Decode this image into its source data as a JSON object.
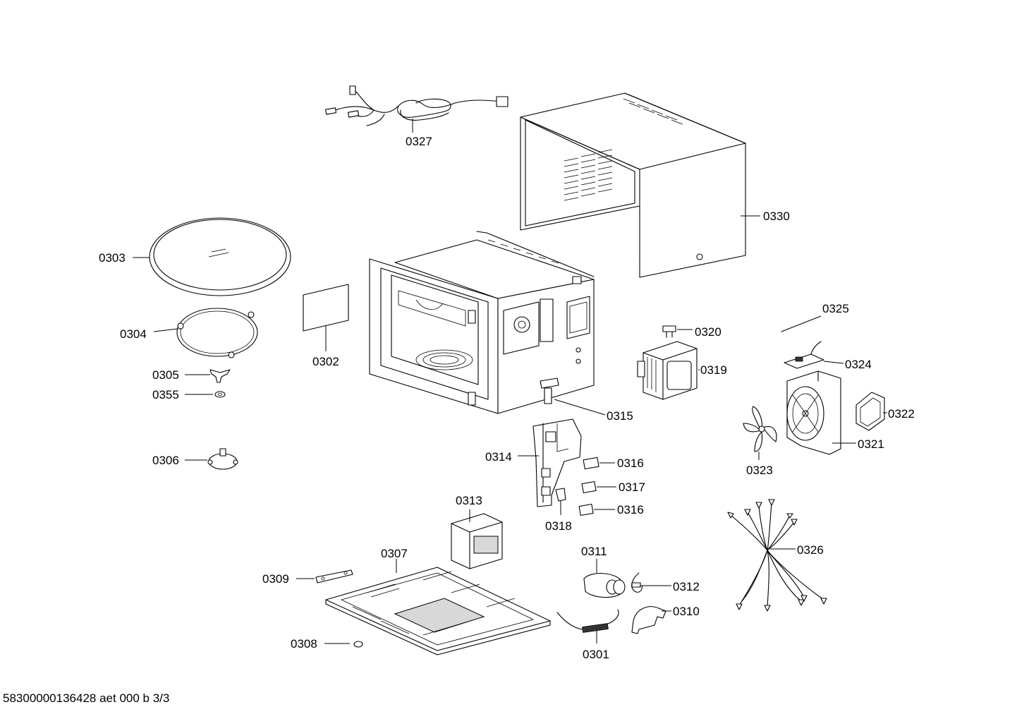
{
  "footer": {
    "document_code": "58300000136428 aet 000 b 3/3"
  },
  "labels": {
    "p0301": "0301",
    "p0302": "0302",
    "p0303": "0303",
    "p0304": "0304",
    "p0305": "0305",
    "p0306": "0306",
    "p0307": "0307",
    "p0308": "0308",
    "p0309": "0309",
    "p0310": "0310",
    "p0311": "0311",
    "p0312": "0312",
    "p0313": "0313",
    "p0314": "0314",
    "p0315": "0315",
    "p0316a": "0316",
    "p0316b": "0316",
    "p0317": "0317",
    "p0318": "0318",
    "p0319": "0319",
    "p0320": "0320",
    "p0321": "0321",
    "p0322": "0322",
    "p0323": "0323",
    "p0324": "0324",
    "p0325": "0325",
    "p0326": "0326",
    "p0327": "0327",
    "p0330": "0330",
    "p0355": "0355"
  }
}
